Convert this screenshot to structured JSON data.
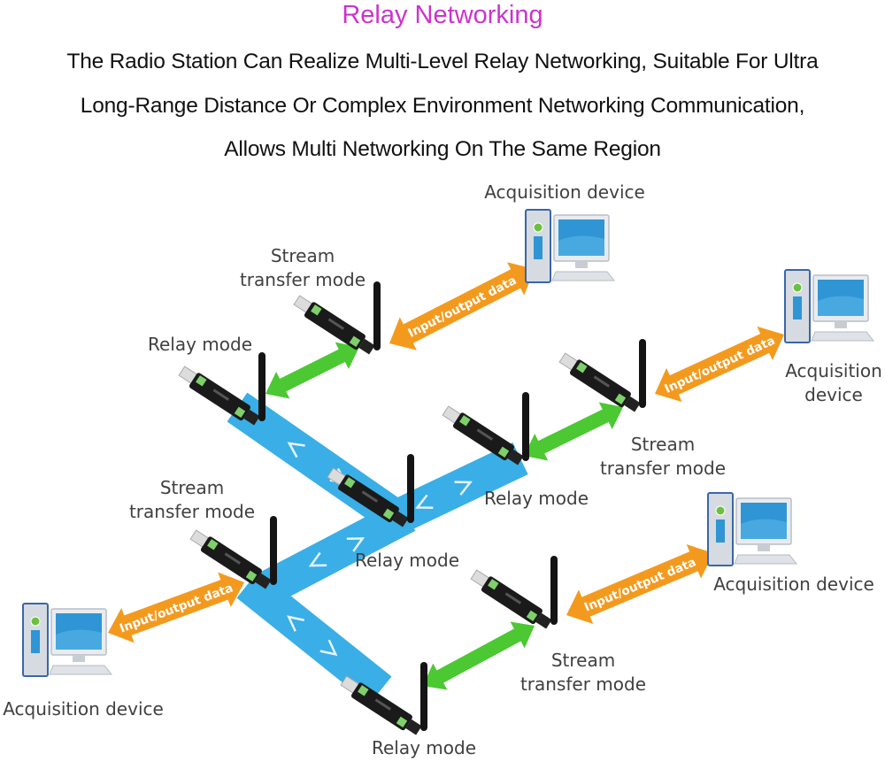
{
  "header": {
    "title": "Relay Networking",
    "title_color": "#cc33cc",
    "description_lines": [
      "The Radio Station Can Realize Multi-Level Relay Networking, Suitable For Ultra",
      "Long-Range Distance Or Complex Environment Networking Communication,",
      "Allows Multi Networking On The Same Region"
    ]
  },
  "colors": {
    "relay_link": "#3aaee6",
    "stream_link": "#4cc832",
    "data_link": "#f39a1e",
    "device_body": "#1a1a1a",
    "terminal_green": "#7fd06a",
    "pc_case": "#d6dbe2",
    "pc_screen": "#2f95d4"
  },
  "diagram": {
    "computers": [
      {
        "id": "pc-top",
        "label_lines": [
          "Acquisition device"
        ]
      },
      {
        "id": "pc-right",
        "label_lines": [
          "Acquisition",
          "device"
        ]
      },
      {
        "id": "pc-bottom-right",
        "label_lines": [
          "Acquisition device"
        ]
      },
      {
        "id": "pc-left",
        "label_lines": [
          "Acquisition device"
        ]
      }
    ],
    "radios": [
      {
        "id": "stream-top",
        "mode": "stream",
        "label_lines": [
          "Stream",
          "transfer mode"
        ]
      },
      {
        "id": "relay-top-left",
        "mode": "relay",
        "label_lines": [
          "Relay mode"
        ]
      },
      {
        "id": "stream-right",
        "mode": "stream",
        "label_lines": [
          "Stream",
          "transfer mode"
        ]
      },
      {
        "id": "relay-right",
        "mode": "relay",
        "label_lines": [
          "Relay mode"
        ]
      },
      {
        "id": "relay-center",
        "mode": "relay",
        "label_lines": [
          "Relay mode"
        ]
      },
      {
        "id": "stream-left",
        "mode": "stream",
        "label_lines": [
          "Stream",
          "transfer mode"
        ]
      },
      {
        "id": "stream-bottom",
        "mode": "stream",
        "label_lines": [
          "Stream",
          "transfer mode"
        ]
      },
      {
        "id": "relay-bottom",
        "mode": "relay",
        "label_lines": [
          "Relay mode"
        ]
      }
    ],
    "data_arrows": [
      {
        "from": "stream-top",
        "to": "pc-top",
        "label": "Input/output data"
      },
      {
        "from": "stream-right",
        "to": "pc-right",
        "label": "Input/output data"
      },
      {
        "from": "stream-bottom",
        "to": "pc-bottom-right",
        "label": "Input/output data"
      },
      {
        "from": "pc-left",
        "to": "stream-left",
        "label": "Input/output data"
      }
    ],
    "stream_links": [
      {
        "from": "relay-top-left",
        "to": "stream-top"
      },
      {
        "from": "relay-right",
        "to": "stream-right"
      },
      {
        "from": "relay-bottom",
        "to": "stream-bottom"
      }
    ],
    "relay_links": [
      {
        "from": "relay-top-left",
        "to": "relay-center"
      },
      {
        "from": "relay-center",
        "to": "relay-right"
      },
      {
        "from": "relay-center",
        "to": "stream-left"
      },
      {
        "from": "stream-left",
        "to": "relay-bottom"
      }
    ]
  }
}
